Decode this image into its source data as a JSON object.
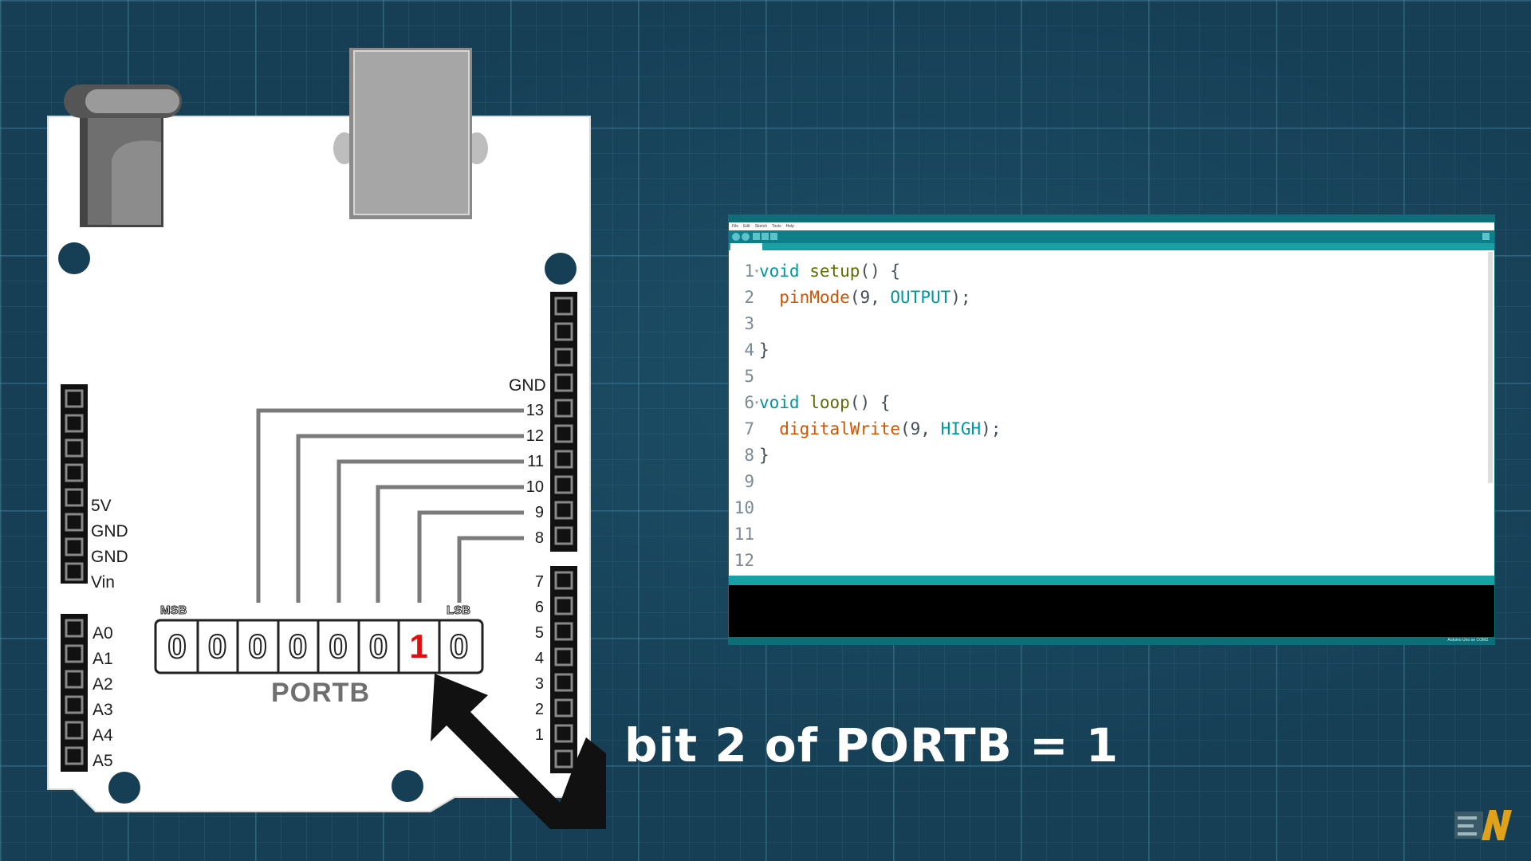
{
  "board": {
    "power_labels": [
      "5V",
      "GND",
      "GND",
      "Vin"
    ],
    "analog_labels": [
      "A0",
      "A1",
      "A2",
      "A3",
      "A4",
      "A5"
    ],
    "gnd_label": "GND",
    "pins_high": [
      "13",
      "12",
      "11",
      "10",
      "9",
      "8"
    ],
    "pins_low": [
      "7",
      "6",
      "5",
      "4",
      "3",
      "2",
      "1"
    ]
  },
  "register": {
    "name": "PORTB",
    "msb_label": "MSB",
    "lsb_label": "LSB",
    "bits": [
      "0",
      "0",
      "0",
      "0",
      "0",
      "0",
      "1",
      "0"
    ],
    "set_bit_index": 6
  },
  "ide": {
    "menu": [
      "File",
      "Edit",
      "Sketch",
      "Tools",
      "Help"
    ],
    "status": "Arduino Uno on COM3",
    "code_lines": [
      {
        "n": "1",
        "fold": true,
        "tokens": [
          [
            "type",
            "void"
          ],
          [
            "plain",
            " "
          ],
          [
            "fn",
            "setup"
          ],
          [
            "plain",
            "() {"
          ]
        ]
      },
      {
        "n": "2",
        "fold": false,
        "tokens": [
          [
            "plain",
            "  "
          ],
          [
            "call",
            "pinMode"
          ],
          [
            "plain",
            "(9, "
          ],
          [
            "const",
            "OUTPUT"
          ],
          [
            "plain",
            ");"
          ]
        ]
      },
      {
        "n": "3",
        "fold": false,
        "tokens": []
      },
      {
        "n": "4",
        "fold": false,
        "tokens": [
          [
            "plain",
            "}"
          ]
        ]
      },
      {
        "n": "5",
        "fold": false,
        "tokens": []
      },
      {
        "n": "6",
        "fold": true,
        "tokens": [
          [
            "type",
            "void"
          ],
          [
            "plain",
            " "
          ],
          [
            "fn",
            "loop"
          ],
          [
            "plain",
            "() {"
          ]
        ]
      },
      {
        "n": "7",
        "fold": false,
        "tokens": [
          [
            "plain",
            "  "
          ],
          [
            "call",
            "digitalWrite"
          ],
          [
            "plain",
            "(9, "
          ],
          [
            "const",
            "HIGH"
          ],
          [
            "plain",
            ");"
          ]
        ]
      },
      {
        "n": "8",
        "fold": false,
        "tokens": [
          [
            "plain",
            "}"
          ]
        ]
      },
      {
        "n": "9",
        "fold": false,
        "tokens": []
      },
      {
        "n": "10",
        "fold": false,
        "tokens": []
      },
      {
        "n": "11",
        "fold": false,
        "tokens": []
      },
      {
        "n": "12",
        "fold": false,
        "tokens": []
      }
    ]
  },
  "caption": "bit 2 of PORTB = 1",
  "colors": {
    "background": "#163f55",
    "ide_teal": "#17a1a5",
    "bit_set": "#e01010"
  }
}
